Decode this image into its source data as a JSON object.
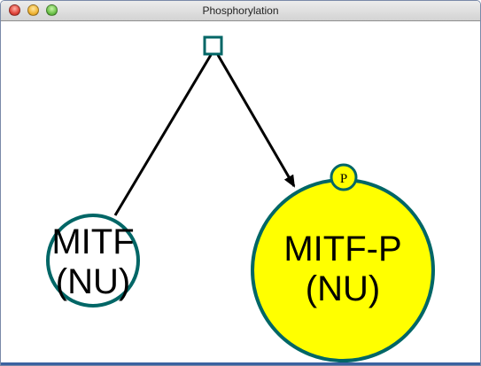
{
  "window": {
    "title": "Phosphorylation"
  },
  "diagram": {
    "process_node": {
      "shape": "square",
      "color": "#006666"
    },
    "substrate": {
      "label_line1": "MITF",
      "label_line2": "(NU)",
      "fill": "#ffffff",
      "border": "#006666"
    },
    "product": {
      "label_line1": "MITF-P",
      "label_line2": "(NU)",
      "fill": "#ffff00",
      "border": "#006666"
    },
    "phospho_site": {
      "label": "P",
      "fill": "#ffff00",
      "border": "#006666"
    },
    "consumption_edge": {
      "color": "#000000"
    },
    "production_edge": {
      "color": "#000000",
      "arrowhead": "filled"
    }
  }
}
